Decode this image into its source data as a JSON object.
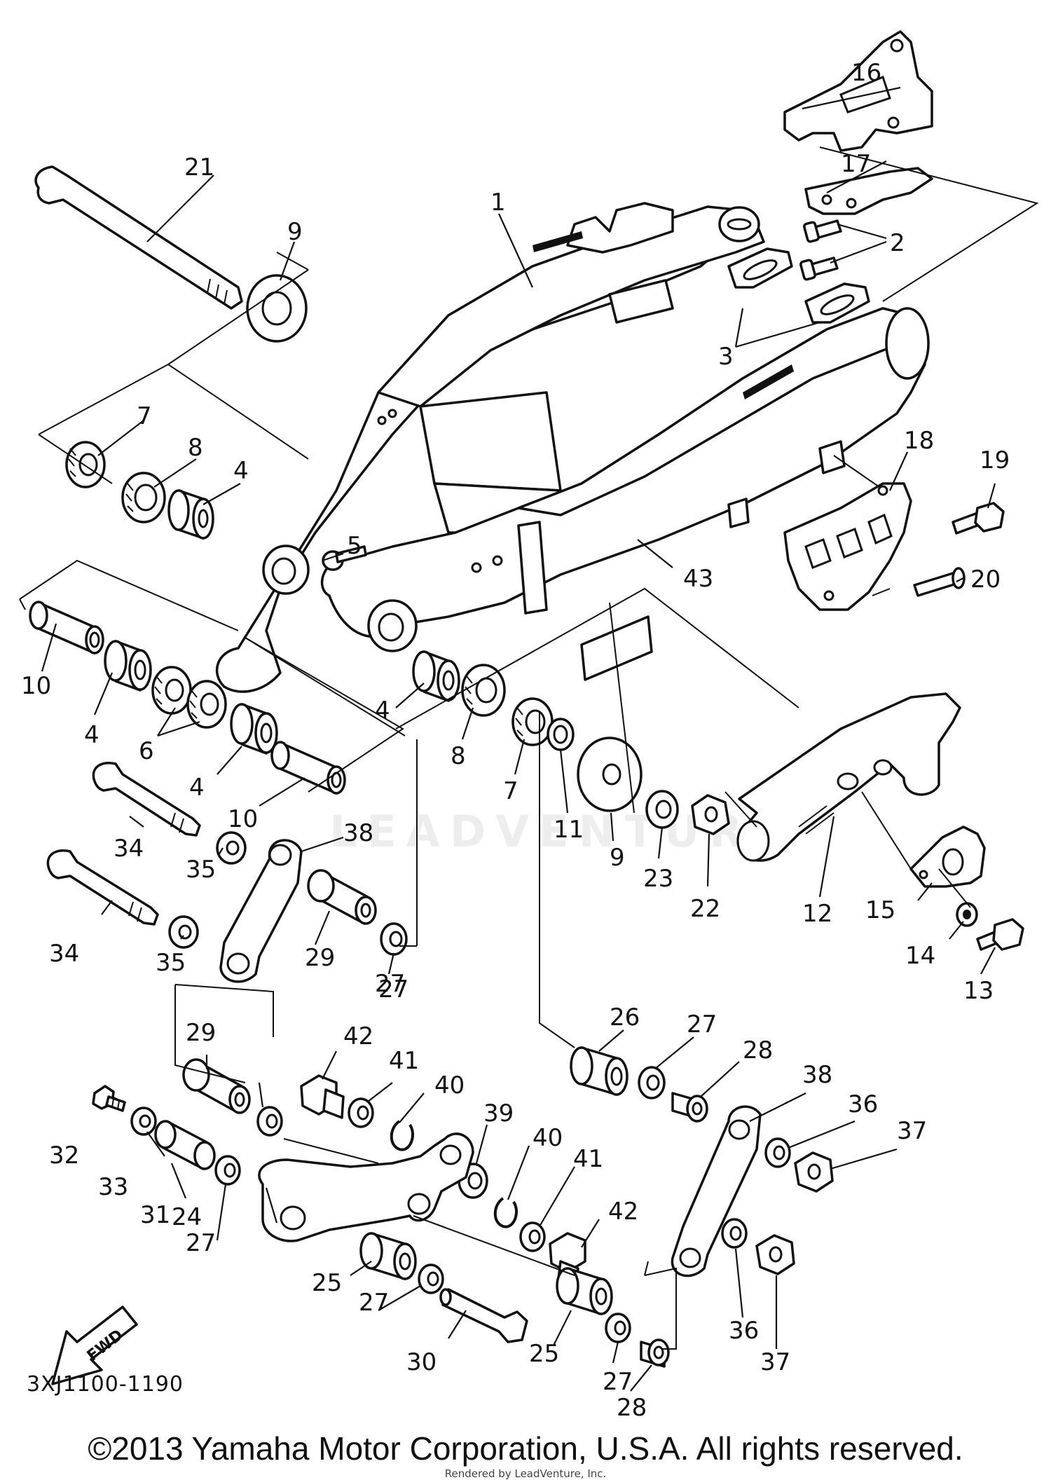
{
  "diagram": {
    "drawing_code": "3XJ1100-1190",
    "copyright": "©2013 Yamaha Motor Corporation, U.S.A. All rights reserved.",
    "renderer_note": "Rendered by LeadVenture, Inc.",
    "watermark": "LEADVENTURE",
    "direction_arrow": "FWD",
    "callouts": [
      {
        "id": "c1",
        "label": "1"
      },
      {
        "id": "c2",
        "label": "2"
      },
      {
        "id": "c3",
        "label": "3"
      },
      {
        "id": "c4a",
        "label": "4"
      },
      {
        "id": "c4b",
        "label": "4"
      },
      {
        "id": "c4c",
        "label": "4"
      },
      {
        "id": "c4d",
        "label": "4"
      },
      {
        "id": "c5",
        "label": "5"
      },
      {
        "id": "c6",
        "label": "6"
      },
      {
        "id": "c7a",
        "label": "7"
      },
      {
        "id": "c7b",
        "label": "7"
      },
      {
        "id": "c8a",
        "label": "8"
      },
      {
        "id": "c8b",
        "label": "8"
      },
      {
        "id": "c9a",
        "label": "9"
      },
      {
        "id": "c9b",
        "label": "9"
      },
      {
        "id": "c10a",
        "label": "10"
      },
      {
        "id": "c10b",
        "label": "10"
      },
      {
        "id": "c11",
        "label": "11"
      },
      {
        "id": "c12",
        "label": "12"
      },
      {
        "id": "c13",
        "label": "13"
      },
      {
        "id": "c14",
        "label": "14"
      },
      {
        "id": "c15",
        "label": "15"
      },
      {
        "id": "c16",
        "label": "16"
      },
      {
        "id": "c17",
        "label": "17"
      },
      {
        "id": "c18",
        "label": "18"
      },
      {
        "id": "c19",
        "label": "19"
      },
      {
        "id": "c20",
        "label": "20"
      },
      {
        "id": "c21",
        "label": "21"
      },
      {
        "id": "c22",
        "label": "22"
      },
      {
        "id": "c23",
        "label": "23"
      },
      {
        "id": "c24",
        "label": "24"
      },
      {
        "id": "c25a",
        "label": "25"
      },
      {
        "id": "c25b",
        "label": "25"
      },
      {
        "id": "c26",
        "label": "26"
      },
      {
        "id": "c27a",
        "label": "27"
      },
      {
        "id": "c27b",
        "label": "27"
      },
      {
        "id": "c27c",
        "label": "27"
      },
      {
        "id": "c27d",
        "label": "27"
      },
      {
        "id": "c27e",
        "label": "27"
      },
      {
        "id": "c27f",
        "label": "27"
      },
      {
        "id": "c28a",
        "label": "28"
      },
      {
        "id": "c28b",
        "label": "28"
      },
      {
        "id": "c29a",
        "label": "29"
      },
      {
        "id": "c29b",
        "label": "29"
      },
      {
        "id": "c30",
        "label": "30"
      },
      {
        "id": "c31",
        "label": "31"
      },
      {
        "id": "c32",
        "label": "32"
      },
      {
        "id": "c33",
        "label": "33"
      },
      {
        "id": "c34a",
        "label": "34"
      },
      {
        "id": "c34b",
        "label": "34"
      },
      {
        "id": "c35a",
        "label": "35"
      },
      {
        "id": "c35b",
        "label": "35"
      },
      {
        "id": "c36a",
        "label": "36"
      },
      {
        "id": "c36b",
        "label": "36"
      },
      {
        "id": "c37a",
        "label": "37"
      },
      {
        "id": "c37b",
        "label": "37"
      },
      {
        "id": "c38a",
        "label": "38"
      },
      {
        "id": "c38b",
        "label": "38"
      },
      {
        "id": "c39",
        "label": "39"
      },
      {
        "id": "c40a",
        "label": "40"
      },
      {
        "id": "c40b",
        "label": "40"
      },
      {
        "id": "c41a",
        "label": "41"
      },
      {
        "id": "c41b",
        "label": "41"
      },
      {
        "id": "c42a",
        "label": "42"
      },
      {
        "id": "c42b",
        "label": "42"
      },
      {
        "id": "c43",
        "label": "43"
      }
    ]
  }
}
